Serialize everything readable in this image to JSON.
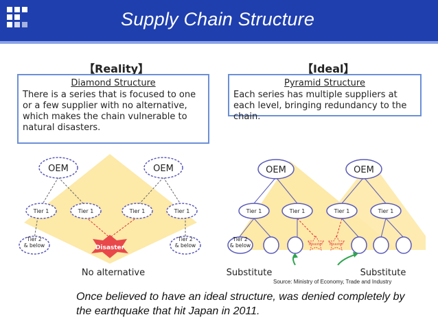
{
  "header": {
    "title": "Supply Chain Structure",
    "background_color": "#1f3fae"
  },
  "reality": {
    "section_title": "【Reality】",
    "box_title": "Diamond Structure",
    "box_text": "There is a series that is focused to one or a few supplier with no alternative, which makes the chain vulnerable to natural disasters.",
    "oem_labels": [
      "OEM",
      "OEM"
    ],
    "tier1_labels": [
      "Tier 1",
      "Tier 1",
      "Tier 1",
      "Tier 1"
    ],
    "tier2_labels": [
      "Tier 2\n& below",
      "Tier 2\n& below"
    ],
    "disaster_label": "Disaster",
    "caption": "No alternative"
  },
  "ideal": {
    "section_title": "【Ideal】",
    "box_title": "Pyramid Structure",
    "box_text": "Each series has multiple suppliers at each level, bringing redundancy to the chain.",
    "oem_labels": [
      "OEM",
      "OEM"
    ],
    "tier1_labels": [
      "Tier 1",
      "Tier 1",
      "Tier 1",
      "Tier 1"
    ],
    "tier2_label": "Tier 2\n& below",
    "disaster_labels": [
      "Disaster",
      "Disaster"
    ],
    "substitute_labels": [
      "Substitute",
      "Substitute"
    ]
  },
  "source": "Source: Ministry of Economy, Trade and Industry",
  "bottom_text": "Once believed to have an ideal structure, was denied completely by the earthquake that hit Japan in 2011.",
  "colors": {
    "accent_yellow": "#fde9a8",
    "node_border": "#5a5ab8",
    "disaster_red": "#e8484a",
    "arrow_green": "#2ea44f"
  }
}
